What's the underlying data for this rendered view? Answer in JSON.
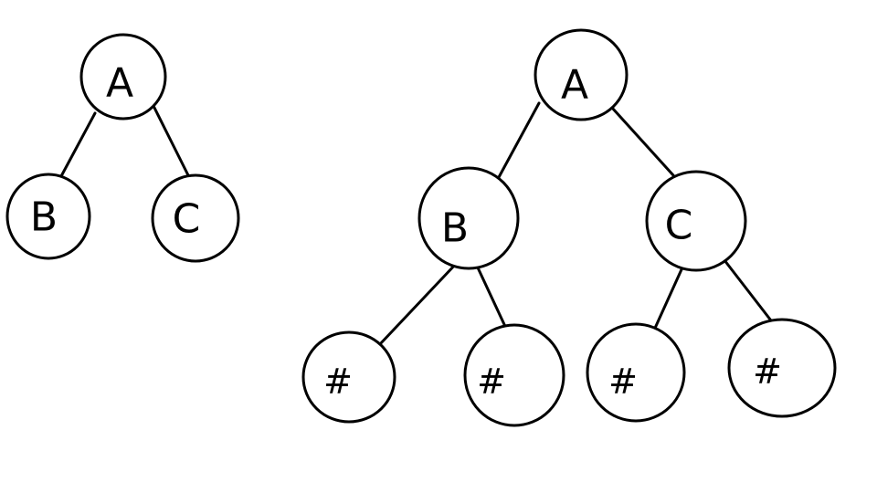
{
  "trees": [
    {
      "id": "tree-original",
      "nodes": [
        {
          "id": "A",
          "label": "A"
        },
        {
          "id": "B",
          "label": "B"
        },
        {
          "id": "C",
          "label": "C"
        }
      ],
      "edges": [
        [
          "A",
          "B"
        ],
        [
          "A",
          "C"
        ]
      ]
    },
    {
      "id": "tree-extended",
      "nodes": [
        {
          "id": "A",
          "label": "A"
        },
        {
          "id": "B",
          "label": "B"
        },
        {
          "id": "C",
          "label": "C"
        },
        {
          "id": "B1",
          "label": "#"
        },
        {
          "id": "B2",
          "label": "#"
        },
        {
          "id": "C1",
          "label": "#"
        },
        {
          "id": "C2",
          "label": "#"
        }
      ],
      "edges": [
        [
          "A",
          "B"
        ],
        [
          "A",
          "C"
        ],
        [
          "B",
          "B1"
        ],
        [
          "B",
          "B2"
        ],
        [
          "C",
          "C1"
        ],
        [
          "C",
          "C2"
        ]
      ]
    }
  ]
}
